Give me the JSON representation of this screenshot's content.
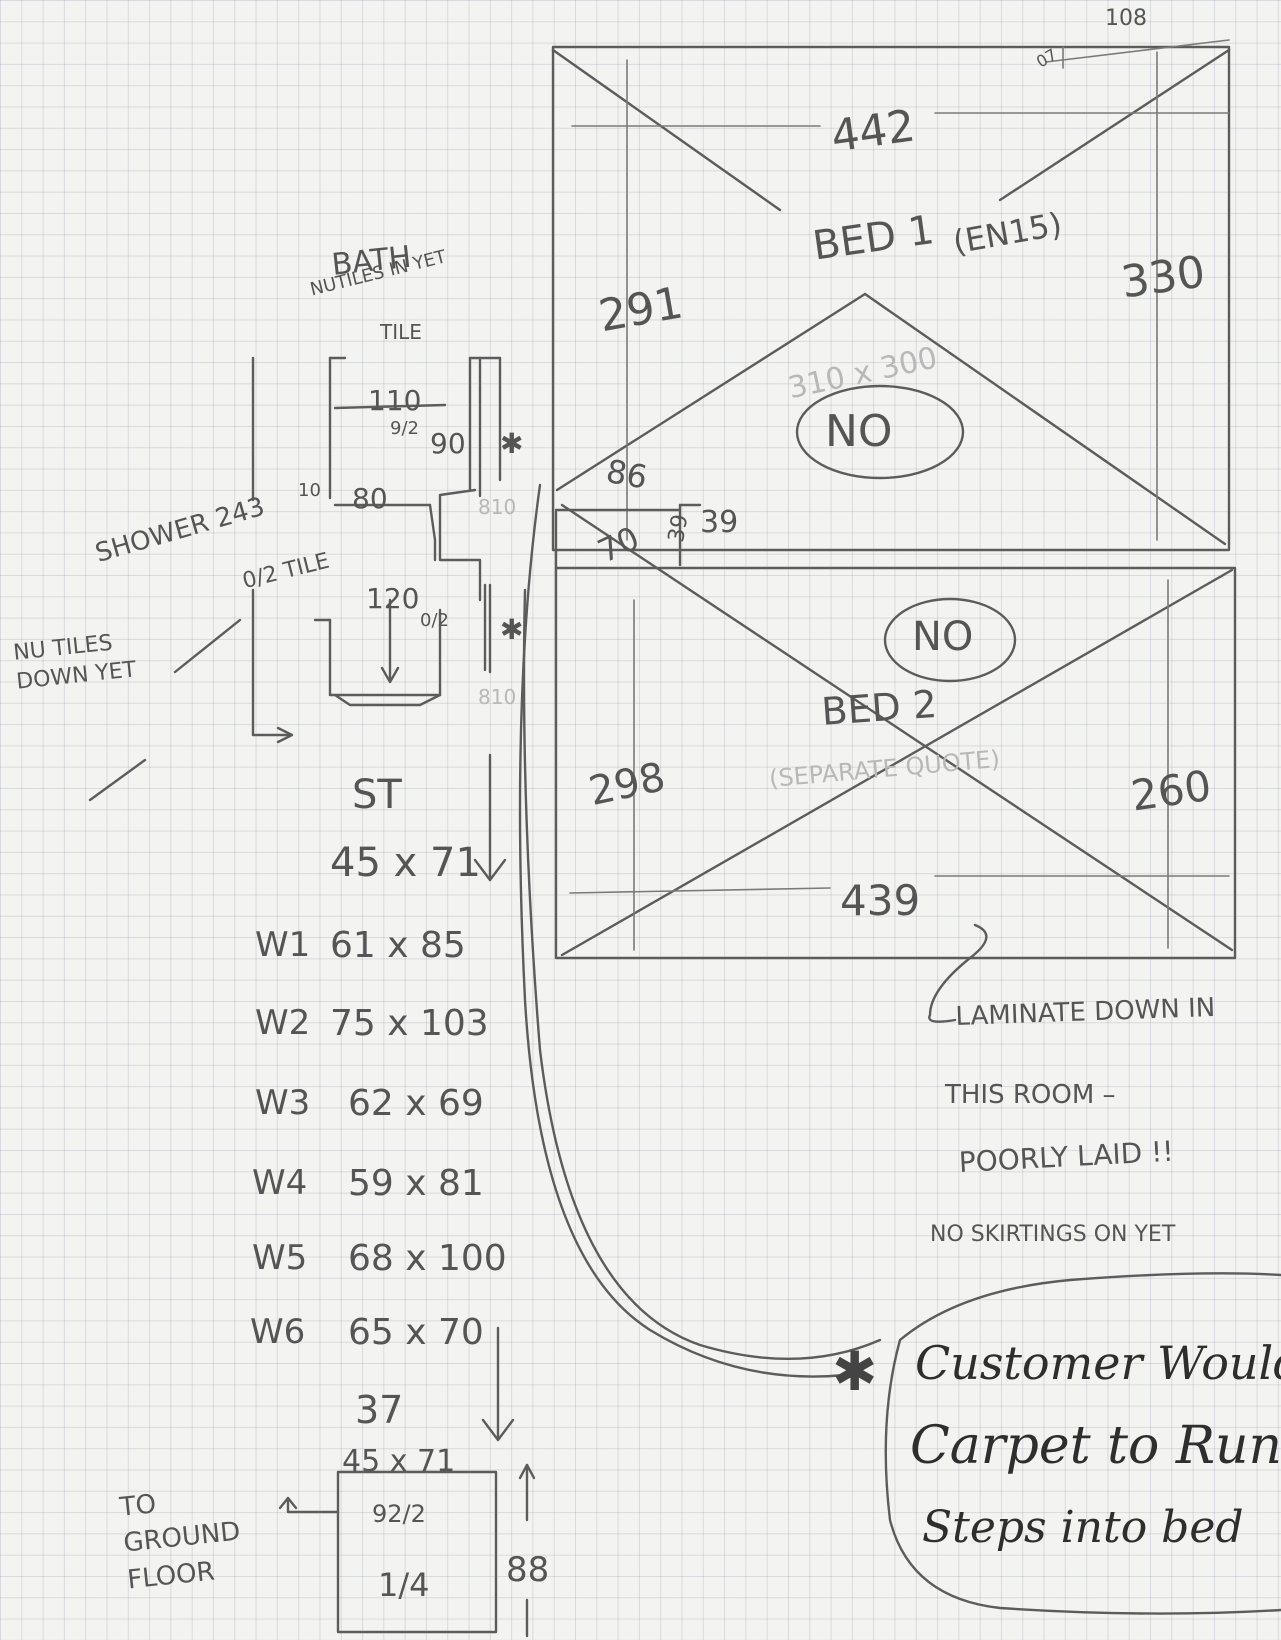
{
  "rooms": {
    "bed1": {
      "name": "BED 1",
      "note": "(EN15)",
      "width_top": "442",
      "left_height": "291",
      "right_height": "330",
      "corner_a": "108",
      "corner_b": "07",
      "status": "NO",
      "faded_note": "310 x 300"
    },
    "bed2": {
      "name": "BED 2",
      "note": "(SEPARATE QUOTE)",
      "width_bottom": "439",
      "left_height": "298",
      "right_height": "260",
      "status": "NO"
    },
    "landing": {
      "d1": "86",
      "d2": "39",
      "d3": "39",
      "d4": "70"
    }
  },
  "bathroom": {
    "title": "BATH",
    "note1": "NUTILES IN YET",
    "note2": "TILE",
    "m110": "110",
    "m92": "9/2",
    "m90": "90",
    "m80": "80",
    "m10": "10",
    "faded1": "810",
    "faded2": "810"
  },
  "shower": {
    "label": "SHOWER 243",
    "tile": "0/2 TILE",
    "m120": "120",
    "m_o12": "0/2",
    "side_note": "NU TILES DOWN YET"
  },
  "stairs": {
    "st": "ST",
    "size1": "45 x 71",
    "size2": "45 x 71",
    "count": "37",
    "winders": [
      {
        "label": "W1",
        "size": "61 x 85"
      },
      {
        "label": "W2",
        "size": "75 x 103"
      },
      {
        "label": "W3",
        "size": "62 x 69"
      },
      {
        "label": "W4",
        "size": "59 x 81"
      },
      {
        "label": "W5",
        "size": "68 x 100"
      },
      {
        "label": "W6",
        "size": "65 x 70"
      }
    ]
  },
  "landing_bottom": {
    "to_label": "TO GROUND FLOOR",
    "top": "92/2",
    "mid": "1/4",
    "height": "88"
  },
  "notes": {
    "laminate": [
      "LAMINATE DOWN IN",
      "THIS ROOM –",
      "POORLY LAID !!",
      "NO SKIRTINGS ON YET"
    ],
    "customer": [
      "Customer Would l",
      "Carpet to Run o",
      "Steps into bed"
    ]
  },
  "asterisk": "✱"
}
